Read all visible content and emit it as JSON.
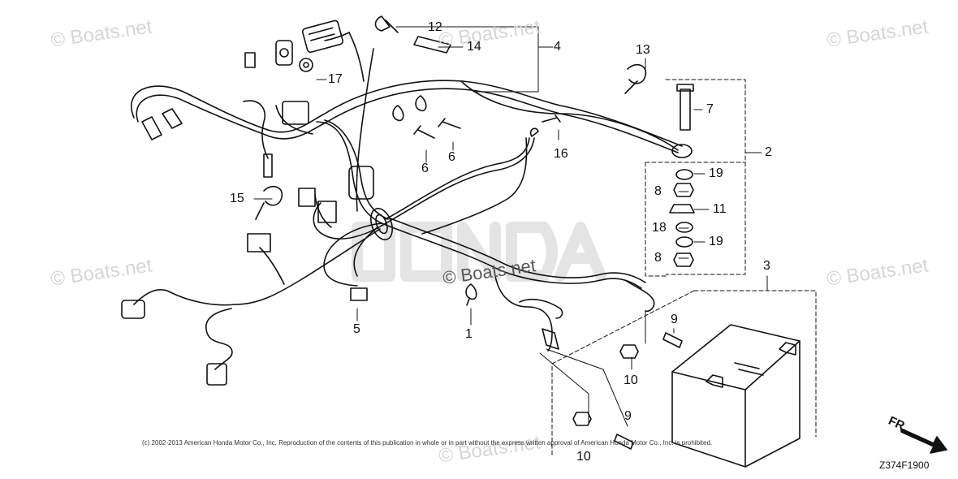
{
  "watermarks": [
    "© Boats.net",
    "© Boats.net",
    "© Boats.net",
    "© Boats.net",
    "© Boats.net",
    "© Boats.net"
  ],
  "center_watermark": "© Boats.net",
  "callouts": {
    "c1": "1",
    "c2": "2",
    "c3": "3",
    "c4": "4",
    "c5": "5",
    "c6a": "6",
    "c6b": "6",
    "c7": "7",
    "c8a": "8",
    "c8b": "8",
    "c9a": "9",
    "c9b": "9",
    "c10a": "10",
    "c10b": "10",
    "c11": "11",
    "c12": "12",
    "c13": "13",
    "c14": "14",
    "c15": "15",
    "c16": "16",
    "c17": "17",
    "c18": "18",
    "c19a": "19",
    "c19b": "19"
  },
  "copyright": "(c) 2002-2013 American Honda Motor Co., Inc. Reproduction of the contents of this publication in whole or in part without the express written approval of American Honda Motor Co., Inc. is prohibited.",
  "direction_label": "FR.",
  "diagram_id": "Z374F1900"
}
